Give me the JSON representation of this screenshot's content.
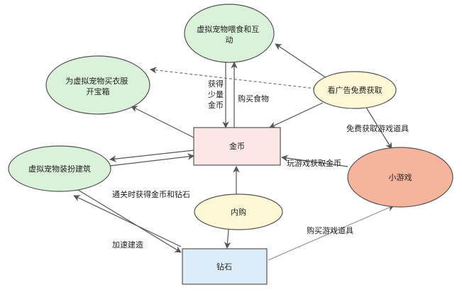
{
  "nodes": {
    "pet_feed": {
      "lines": [
        "虚拟宠物喂食和互",
        "动"
      ],
      "fill": "#d9f2d9",
      "stroke": "#555555"
    },
    "buy_clothes": {
      "lines": [
        "为虚拟宠物买衣服",
        "开宝箱"
      ],
      "fill": "#d9f2d9",
      "stroke": "#555555"
    },
    "watch_ad": {
      "lines": [
        "看广告免费获取"
      ],
      "fill": "#fff8d6",
      "stroke": "#555555"
    },
    "coins": {
      "lines": [
        "金币"
      ],
      "fill": "#fde6e6",
      "stroke": "#555555"
    },
    "dress_build": {
      "lines": [
        "虚拟宠物装扮建筑"
      ],
      "fill": "#d9f2d9",
      "stroke": "#555555"
    },
    "mini_game": {
      "lines": [
        "小游戏"
      ],
      "fill": "#f6b49c",
      "stroke": "#555555"
    },
    "iap": {
      "lines": [
        "内购"
      ],
      "fill": "#fff8d6",
      "stroke": "#555555"
    },
    "diamonds": {
      "lines": [
        "钻石"
      ],
      "fill": "#dcecf8",
      "stroke": "#555555"
    }
  },
  "edges": {
    "earn_little_coins": {
      "lines": [
        "获得",
        "少量",
        "金币"
      ]
    },
    "buy_food": {
      "lines": [
        "购买食物"
      ]
    },
    "free_items": {
      "lines": [
        "免费获取游戏道具"
      ]
    },
    "play_for_coins": {
      "lines": [
        "玩游戏获取金币"
      ]
    },
    "clear_reward": {
      "lines": [
        "通关时获得金币和钻石"
      ]
    },
    "speed_build": {
      "lines": [
        "加速建造"
      ]
    },
    "buy_items": {
      "lines": [
        "购买游戏道具"
      ]
    }
  },
  "colors": {
    "line": "#555555",
    "dashed": "#777777"
  }
}
